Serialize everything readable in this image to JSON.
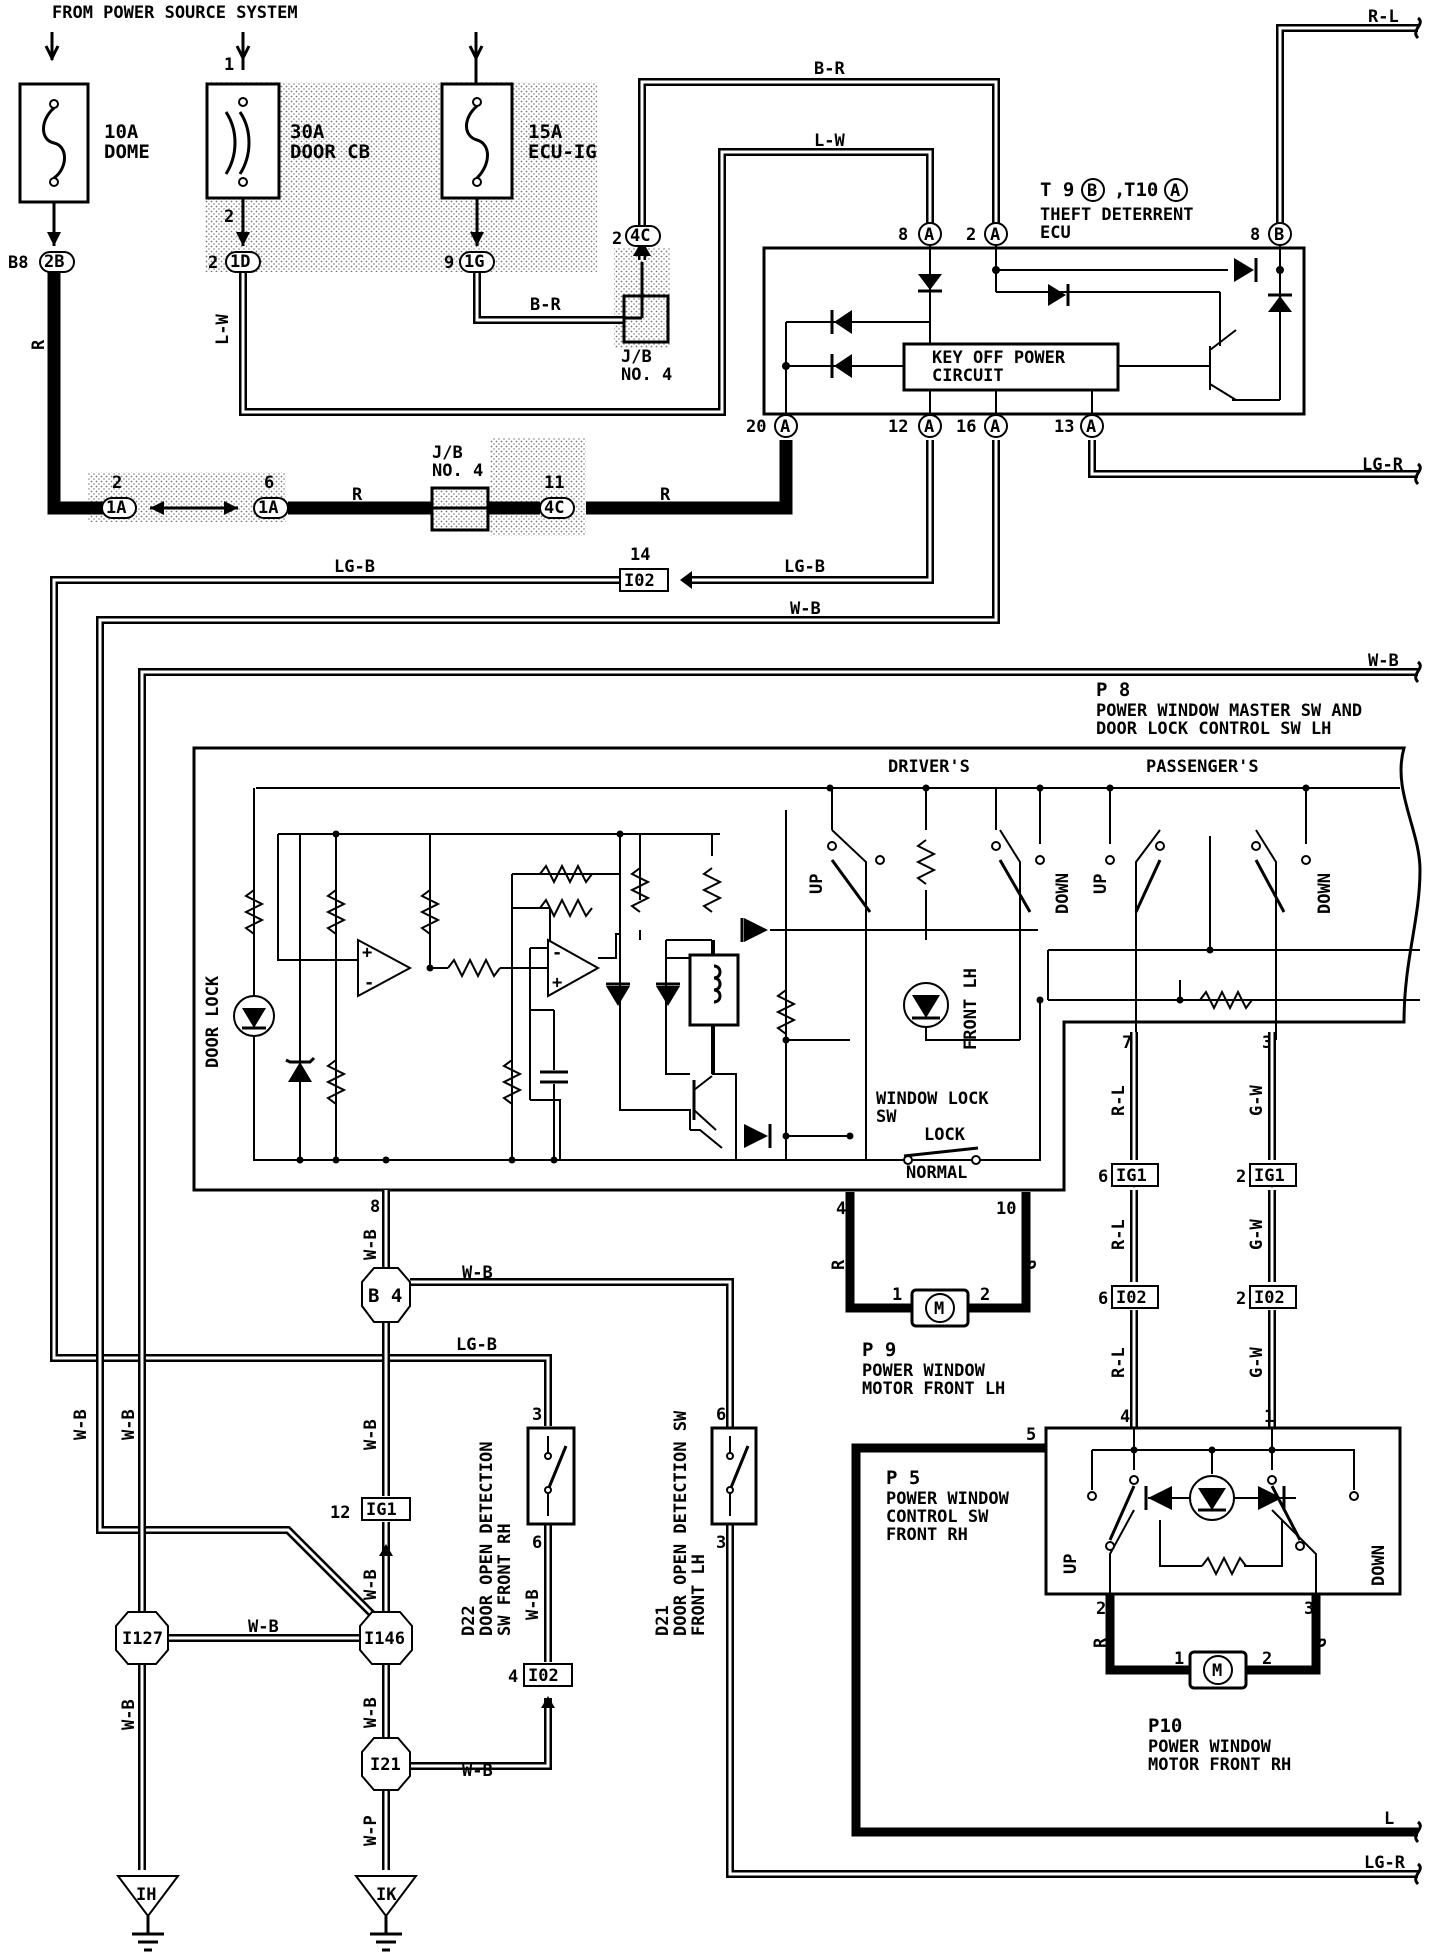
{
  "header": {
    "source": "FROM POWER SOURCE SYSTEM"
  },
  "fuses": {
    "done": {
      "amp": "10A",
      "name": "DOME"
    },
    "door_cb": {
      "amp": "30A",
      "name": "DOOR CB",
      "pin_top": "1",
      "pin_bottom": "2"
    },
    "ecu_ig": {
      "amp": "15A",
      "name": "ECU-IG"
    }
  },
  "connectors": {
    "b8_prefix": "B8",
    "b8": "2B",
    "c1d": "1D",
    "c1d_pin": "2",
    "c1g": "1G",
    "c1g_pin": "9",
    "c4c_top": "4C",
    "c4c_top_pin": "2",
    "c1a_left": "1A",
    "c1a_left_pin": "2",
    "c1a_right": "1A",
    "c1a_right_pin": "6",
    "c4c_bottom": "4C",
    "c4c_bottom_pin": "11",
    "i02_top": "I02",
    "i02_top_pin": "14",
    "ig1_left": "IG1",
    "ig1_left_pin": "12",
    "i02_mid": "I02",
    "i02_mid_pin": "4",
    "ig1_a": "IG1",
    "ig1_a_pin": "6",
    "ig1_b": "IG1",
    "ig1_b_pin": "2",
    "i02_a": "I02",
    "i02_a_pin": "6",
    "i02_b": "I02",
    "i02_b_pin": "2"
  },
  "junctions": {
    "jb4_top": {
      "label1": "J/B",
      "label2": "NO. 4"
    },
    "jb4_bottom": {
      "label1": "J/B",
      "label2": "NO. 4"
    },
    "b4": "B 4",
    "i127": "I127",
    "i146": "I146",
    "i21": "I21"
  },
  "grounds": {
    "ih": "IH",
    "ik": "IK"
  },
  "wires": {
    "r_l_top": "R-L",
    "b_r_top": "B-R",
    "l_w_top": "L-W",
    "b_r_jb": "B-R",
    "l_w_left": "L-W",
    "r_main": "R",
    "r_mid": "R",
    "r_right": "R",
    "lg_b_left": "LG-B",
    "lg_b_right": "LG-B",
    "w_b_ecu": "W-B",
    "lg_r_ecu": "LG-R",
    "w_b_right": "W-B",
    "w_b_p8": "W-B",
    "w_b_b4": "W-B",
    "lg_b_mid": "LG-B",
    "w_b_ig1": "W-B",
    "w_b_i146": "W-B",
    "w_b_i127": "W-B",
    "w_b_far_left1": "W-B",
    "w_b_far_left2": "W-B",
    "w_b_i146_low": "W-B",
    "w_b_i21": "W-B",
    "w_b_d22": "W-B",
    "w_p_ik": "W-P",
    "w_b_ih": "W-B",
    "r_l_sw": "R-L",
    "g_w_sw": "G-W",
    "r_l_mid": "R-L",
    "g_w_mid": "G-W",
    "r_l_low": "R-L",
    "g_w_low": "G-W",
    "r_p9": "R",
    "g_p9": "G",
    "r_p10": "R",
    "g_p10": "G",
    "l_bottom": "L",
    "lg_r_bottom": "LG-R"
  },
  "ecu": {
    "code_t9": "T 9",
    "code_t9_letter": "B",
    "code_t10": "T10",
    "code_t10_letter": "A",
    "name1": "THEFT DETERRENT",
    "name2": "ECU",
    "circuit1": "KEY OFF POWER",
    "circuit2": "CIRCUIT",
    "pin_8a": "8",
    "pin_8a_letter": "A",
    "pin_2a": "2",
    "pin_2a_letter": "A",
    "pin_8b": "8",
    "pin_8b_letter": "B",
    "pin_20a": "20",
    "pin_20a_letter": "A",
    "pin_12a": "12",
    "pin_12a_letter": "A",
    "pin_16a": "16",
    "pin_16a_letter": "A",
    "pin_13a": "13",
    "pin_13a_letter": "A"
  },
  "p8": {
    "code": "P 8",
    "name1": "POWER WINDOW MASTER SW AND",
    "name2": "DOOR LOCK CONTROL SW LH",
    "drivers": "DRIVER'S",
    "passengers": "PASSENGER'S",
    "up1": "UP",
    "down1": "DOWN",
    "up2": "UP",
    "down2": "DOWN",
    "door_lock": "DOOR LOCK",
    "front_lh": "FRONT LH",
    "window_lock1": "WINDOW LOCK",
    "window_lock2": "SW",
    "lock": "LOCK",
    "normal": "NORMAL",
    "pin_8": "8",
    "pin_4": "4",
    "pin_10": "10",
    "pin_7": "7",
    "pin_3": "3"
  },
  "p9": {
    "code": "P 9",
    "name1": "POWER WINDOW",
    "name2": "MOTOR FRONT LH",
    "pin1": "1",
    "pin2": "2",
    "motor": "M"
  },
  "p5": {
    "code": "P 5",
    "name1": "POWER WINDOW",
    "name2": "CONTROL SW",
    "name3": "FRONT RH",
    "up": "UP",
    "down": "DOWN",
    "pin5": "5",
    "pin4": "4",
    "pin1": "1",
    "pin2": "2",
    "pin3": "3"
  },
  "p10": {
    "code": "P10",
    "name1": "POWER WINDOW",
    "name2": "MOTOR FRONT RH",
    "pin1": "1",
    "pin2": "2",
    "motor": "M"
  },
  "d22": {
    "code": "D22",
    "name1": "DOOR OPEN DETECTION",
    "name2": "SW FRONT RH",
    "pin3": "3",
    "pin6": "6"
  },
  "d21": {
    "code": "D21",
    "name1": "DOOR OPEN DETECTION SW",
    "name2": "FRONT LH",
    "pin6": "6",
    "pin3": "3"
  }
}
